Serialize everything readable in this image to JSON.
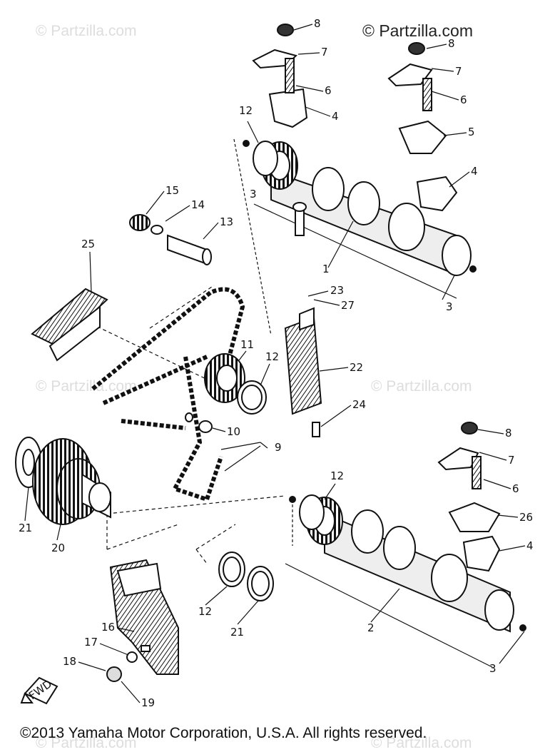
{
  "watermark": {
    "main": "© Partzilla.com",
    "faint": "© Partzilla.com"
  },
  "copyright": "©2013  Yamaha Motor Corporation, U.S.A. All rights reserved.",
  "callouts": [
    "1",
    "2",
    "3",
    "3",
    "3",
    "4",
    "4",
    "4",
    "5",
    "6",
    "6",
    "6",
    "7",
    "7",
    "7",
    "8",
    "8",
    "8",
    "9",
    "10",
    "11",
    "12",
    "12",
    "12",
    "12",
    "13",
    "14",
    "15",
    "16",
    "17",
    "18",
    "19",
    "20",
    "21",
    "21",
    "22",
    "23",
    "24",
    "25",
    "26",
    "27"
  ],
  "fwd_label": "FWD",
  "colors": {
    "ink": "#111111",
    "watermark": "#dddddd"
  }
}
